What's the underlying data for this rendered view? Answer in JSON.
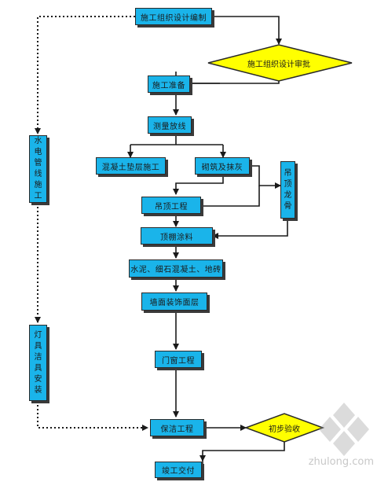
{
  "nodes": {
    "prep_design": "施工组织设计编制",
    "design_approval": "施工组织设计审批",
    "construction_prep": "施工准备",
    "survey_layout": "测量放线",
    "concrete_base": "混凝土垫层施工",
    "partition_wall": "砌筑及抹灰",
    "ceiling_keel": "吊顶龙骨",
    "utility_rough": "水电管线施工",
    "ceiling_works": "吊顶工程",
    "top_coating": "顶棚涂料",
    "cement_floor": "水泥、细石混凝土、地砖",
    "wall_finish": "墙面装饰面层",
    "door_window": "门窗工程",
    "fixtures_install": "灯具洁具安装",
    "cleaning": "保洁工程",
    "initial_acceptance": "初步验收",
    "handover": "竣工交付"
  },
  "watermark": "zhulong.com",
  "colors": {
    "box": "#1ab4ea",
    "diamond": "#ffff00",
    "line": "#1a1a1a"
  }
}
